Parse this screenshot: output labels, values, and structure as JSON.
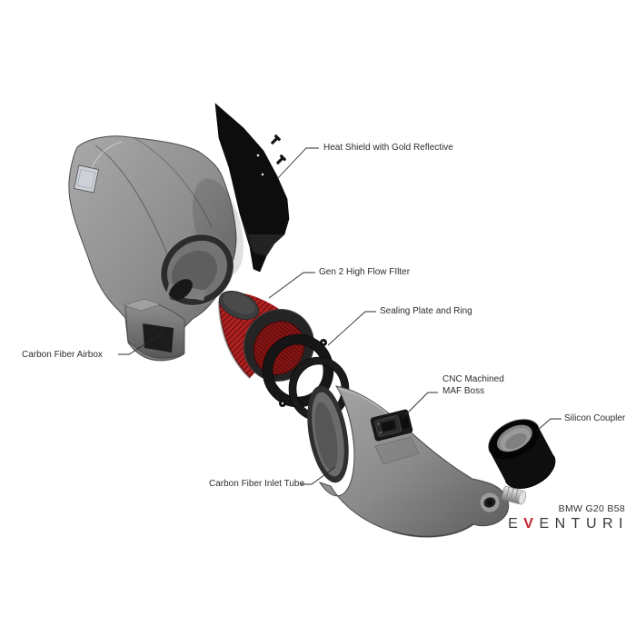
{
  "labels": {
    "heat_shield": "Heat Shield with Gold Reflective",
    "filter": "Gen 2 High Flow FIlter",
    "sealing": "Sealing Plate and Ring",
    "maf_line1": "CNC Machined",
    "maf_line2": "MAF Boss",
    "coupler": "Silicon Coupler",
    "airbox": "Carbon Fiber Airbox",
    "inlet_tube": "Carbon Fiber Inlet Tube"
  },
  "product": {
    "vehicle": "BMW G20 B58"
  },
  "logo": {
    "e": "E",
    "v": "V",
    "rest": "ENTURI"
  },
  "colors": {
    "filter_red": "#b12222",
    "logo_red": "#c2242e",
    "carbon_gray": "#8a8a8a",
    "shield_black": "#111111",
    "label_text": "#2d2d2d"
  }
}
